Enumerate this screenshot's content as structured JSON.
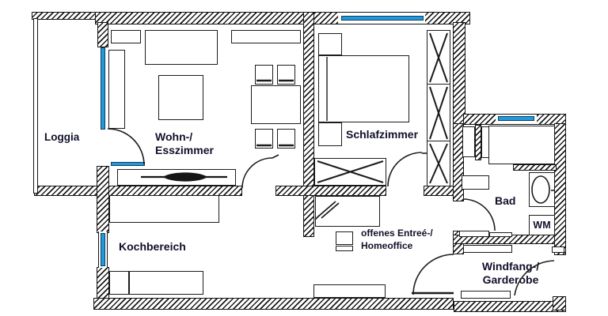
{
  "colors": {
    "wall_line": "#141414",
    "window_glass_blue": "#2299dd",
    "label_text": "#10102a",
    "background": "#ffffff"
  },
  "rooms": {
    "loggia": {
      "label": "Loggia"
    },
    "living_dining": {
      "label": "Wohn-/\nEsszimmer"
    },
    "bedroom": {
      "label": "Schlafzimmer"
    },
    "kitchen": {
      "label": "Kochbereich"
    },
    "entree_homeoffice": {
      "label": "offenes Entreé-/\nHomeoffice"
    },
    "bathroom": {
      "label": "Bad"
    },
    "washing_machine": {
      "label": "WM"
    },
    "vestibule_wardrobe": {
      "label": "Windfang-/\nGarderobe"
    }
  }
}
